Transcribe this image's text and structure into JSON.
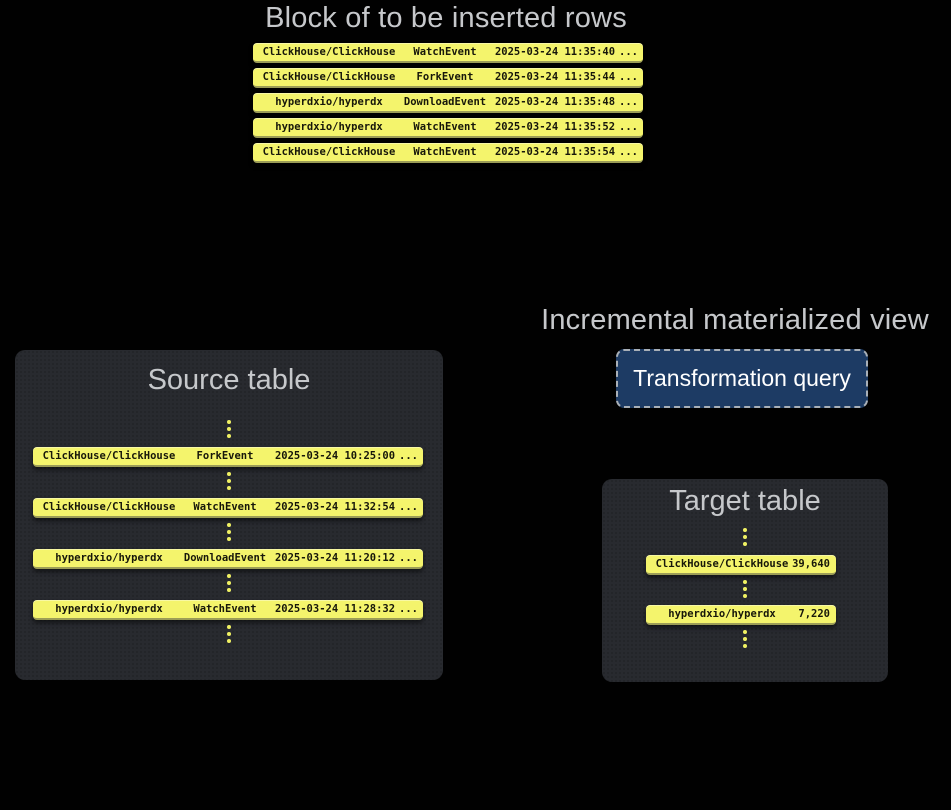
{
  "colors": {
    "background": "#010101",
    "panel_bg": "#282a2f",
    "row_yellow": "#f4f46c",
    "row_border_olive": "#9c9d57",
    "row_text": "#17170a",
    "title_gray": "#c6c8cb",
    "button_bg": "#1d3b64",
    "button_border": "#a9b0b8",
    "button_text": "#ffffff",
    "dot_yellow": "#f0f163"
  },
  "insert_block": {
    "title": "Block of to be inserted rows",
    "rows": [
      {
        "repo": "ClickHouse/ClickHouse",
        "event": "WatchEvent",
        "timestamp": "2025-03-24 11:35:40",
        "more": "..."
      },
      {
        "repo": "ClickHouse/ClickHouse",
        "event": "ForkEvent",
        "timestamp": "2025-03-24 11:35:44",
        "more": "..."
      },
      {
        "repo": "hyperdxio/hyperdx",
        "event": "DownloadEvent",
        "timestamp": "2025-03-24 11:35:48",
        "more": "..."
      },
      {
        "repo": "hyperdxio/hyperdx",
        "event": "WatchEvent",
        "timestamp": "2025-03-24 11:35:52",
        "more": "..."
      },
      {
        "repo": "ClickHouse/ClickHouse",
        "event": "WatchEvent",
        "timestamp": "2025-03-24 11:35:54",
        "more": "..."
      }
    ]
  },
  "source_table": {
    "title": "Source table",
    "rows": [
      {
        "repo": "ClickHouse/ClickHouse",
        "event": "ForkEvent",
        "timestamp": "2025-03-24 10:25:00",
        "more": "..."
      },
      {
        "repo": "ClickHouse/ClickHouse",
        "event": "WatchEvent",
        "timestamp": "2025-03-24 11:32:54",
        "more": "..."
      },
      {
        "repo": "hyperdxio/hyperdx",
        "event": "DownloadEvent",
        "timestamp": "2025-03-24 11:20:12",
        "more": "..."
      },
      {
        "repo": "hyperdxio/hyperdx",
        "event": "WatchEvent",
        "timestamp": "2025-03-24 11:28:32",
        "more": "..."
      }
    ]
  },
  "materialized_view": {
    "title": "Incremental materialized view",
    "button_label": "Transformation query"
  },
  "target_table": {
    "title": "Target table",
    "rows": [
      {
        "repo": "ClickHouse/ClickHouse",
        "count": "39,640"
      },
      {
        "repo": "hyperdxio/hyperdx",
        "count": "7,220"
      }
    ]
  }
}
